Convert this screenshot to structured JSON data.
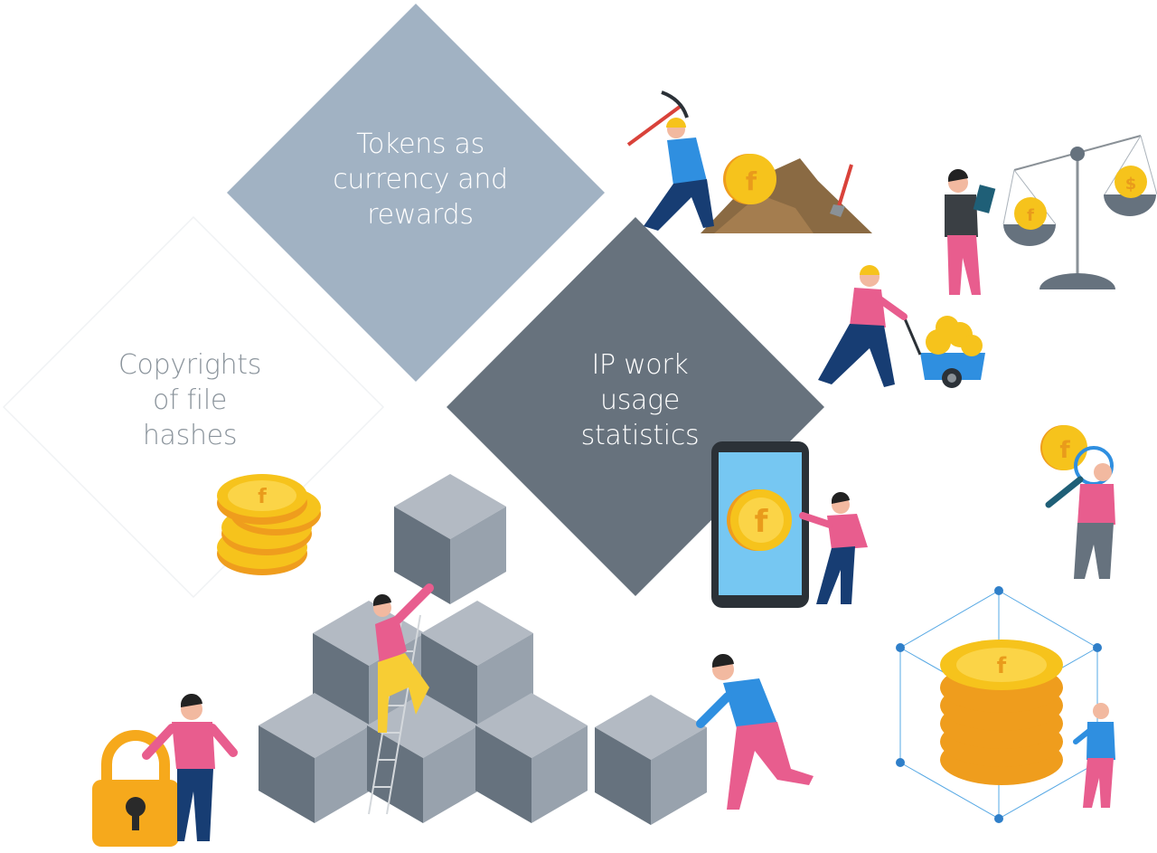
{
  "diamonds": {
    "tokens": {
      "lines": [
        "Tokens as",
        "currency and",
        "rewards"
      ],
      "color": "#a1b2c3"
    },
    "ip_stats": {
      "lines": [
        "IP work",
        "usage",
        "statistics"
      ],
      "color": "#67727d"
    },
    "copyrights": {
      "lines": [
        "Copyrights",
        "of file",
        "hashes"
      ],
      "color": "#ffffff"
    }
  },
  "icons": {
    "coin_symbol": "f",
    "dollar_symbol": "$"
  },
  "colors": {
    "coin_gold": "#f6c31c",
    "coin_orange": "#ef9d1d",
    "cube_light": "#b3bac3",
    "cube_mid": "#98a2ad",
    "cube_dark": "#66727e",
    "shirt_pink": "#e85d8e",
    "shirt_blue": "#2f8fe0",
    "pants_navy": "#173d73",
    "phone_screen": "#76c7f2"
  }
}
